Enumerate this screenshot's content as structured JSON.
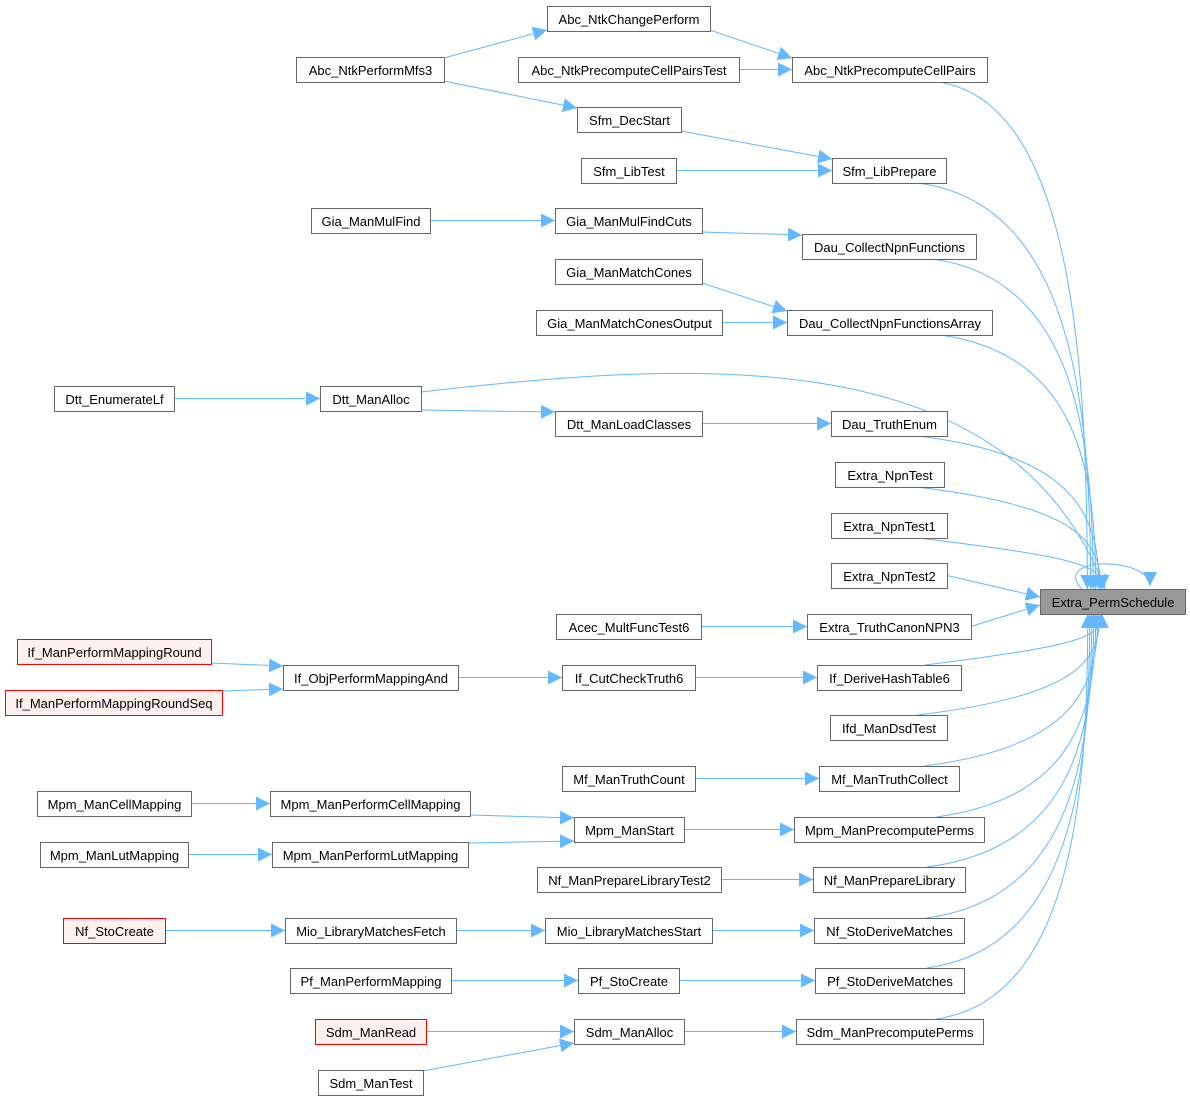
{
  "graph": {
    "type": "caller-graph",
    "colors": {
      "edge": "#63b8ff",
      "root_fill": "#999999",
      "node_border": "#666666",
      "truncated_border": "#ff0000",
      "truncated_fill": "#fff0f0"
    },
    "nodes": [
      {
        "label": "Extra_PermSchedule",
        "kind": "root"
      },
      {
        "label": "Abc_NtkPrecomputeCellPairs",
        "kind": "normal"
      },
      {
        "label": "Sfm_LibPrepare",
        "kind": "normal"
      },
      {
        "label": "Dau_CollectNpnFunctions",
        "kind": "normal"
      },
      {
        "label": "Dau_CollectNpnFunctionsArray",
        "kind": "normal"
      },
      {
        "label": "Dau_TruthEnum",
        "kind": "normal"
      },
      {
        "label": "Extra_NpnTest",
        "kind": "normal"
      },
      {
        "label": "Extra_NpnTest1",
        "kind": "normal"
      },
      {
        "label": "Extra_NpnTest2",
        "kind": "normal"
      },
      {
        "label": "Extra_TruthCanonNPN3",
        "kind": "normal"
      },
      {
        "label": "If_DeriveHashTable6",
        "kind": "normal"
      },
      {
        "label": "Ifd_ManDsdTest",
        "kind": "normal"
      },
      {
        "label": "Mf_ManTruthCollect",
        "kind": "normal"
      },
      {
        "label": "Mpm_ManPrecomputePerms",
        "kind": "normal"
      },
      {
        "label": "Nf_ManPrepareLibrary",
        "kind": "normal"
      },
      {
        "label": "Nf_StoDeriveMatches",
        "kind": "normal"
      },
      {
        "label": "Pf_StoDeriveMatches",
        "kind": "normal"
      },
      {
        "label": "Sdm_ManPrecomputePerms",
        "kind": "normal"
      },
      {
        "label": "Abc_NtkChangePerform",
        "kind": "normal"
      },
      {
        "label": "Abc_NtkPrecomputeCellPairsTest",
        "kind": "normal"
      },
      {
        "label": "Sfm_DecStart",
        "kind": "normal"
      },
      {
        "label": "Sfm_LibTest",
        "kind": "normal"
      },
      {
        "label": "Gia_ManMulFindCuts",
        "kind": "normal"
      },
      {
        "label": "Gia_ManMatchCones",
        "kind": "normal"
      },
      {
        "label": "Gia_ManMatchConesOutput",
        "kind": "normal"
      },
      {
        "label": "Dtt_ManLoadClasses",
        "kind": "normal"
      },
      {
        "label": "Acec_MultFuncTest6",
        "kind": "normal"
      },
      {
        "label": "If_CutCheckTruth6",
        "kind": "normal"
      },
      {
        "label": "Mf_ManTruthCount",
        "kind": "normal"
      },
      {
        "label": "Mpm_ManStart",
        "kind": "normal"
      },
      {
        "label": "Nf_ManPrepareLibraryTest2",
        "kind": "normal"
      },
      {
        "label": "Mio_LibraryMatchesStart",
        "kind": "normal"
      },
      {
        "label": "Pf_StoCreate",
        "kind": "normal"
      },
      {
        "label": "Sdm_ManAlloc",
        "kind": "normal"
      },
      {
        "label": "Abc_NtkPerformMfs3",
        "kind": "normal"
      },
      {
        "label": "Gia_ManMulFind",
        "kind": "normal"
      },
      {
        "label": "Dtt_ManAlloc",
        "kind": "normal"
      },
      {
        "label": "If_ObjPerformMappingAnd",
        "kind": "normal"
      },
      {
        "label": "Mpm_ManPerformCellMapping",
        "kind": "normal"
      },
      {
        "label": "Mpm_ManPerformLutMapping",
        "kind": "normal"
      },
      {
        "label": "Mio_LibraryMatchesFetch",
        "kind": "normal"
      },
      {
        "label": "Pf_ManPerformMapping",
        "kind": "normal"
      },
      {
        "label": "Sdm_ManRead",
        "kind": "truncated"
      },
      {
        "label": "Sdm_ManTest",
        "kind": "normal"
      },
      {
        "label": "Dtt_EnumerateLf",
        "kind": "normal"
      },
      {
        "label": "If_ManPerformMappingRound",
        "kind": "truncated"
      },
      {
        "label": "If_ManPerformMappingRoundSeq",
        "kind": "truncated"
      },
      {
        "label": "Mpm_ManCellMapping",
        "kind": "normal"
      },
      {
        "label": "Mpm_ManLutMapping",
        "kind": "normal"
      },
      {
        "label": "Nf_StoCreate",
        "kind": "truncated"
      }
    ],
    "edges": [
      [
        1,
        0
      ],
      [
        2,
        0
      ],
      [
        3,
        0
      ],
      [
        4,
        0
      ],
      [
        5,
        0
      ],
      [
        6,
        0
      ],
      [
        7,
        0
      ],
      [
        8,
        0
      ],
      [
        9,
        0
      ],
      [
        10,
        0
      ],
      [
        11,
        0
      ],
      [
        12,
        0
      ],
      [
        13,
        0
      ],
      [
        14,
        0
      ],
      [
        15,
        0
      ],
      [
        16,
        0
      ],
      [
        17,
        0
      ],
      [
        36,
        0
      ],
      [
        0,
        0
      ],
      [
        34,
        18
      ],
      [
        34,
        20
      ],
      [
        18,
        1
      ],
      [
        19,
        1
      ],
      [
        20,
        2
      ],
      [
        21,
        2
      ],
      [
        35,
        22
      ],
      [
        22,
        3
      ],
      [
        23,
        4
      ],
      [
        24,
        4
      ],
      [
        44,
        36
      ],
      [
        36,
        25
      ],
      [
        25,
        5
      ],
      [
        26,
        9
      ],
      [
        45,
        37
      ],
      [
        46,
        37
      ],
      [
        37,
        27
      ],
      [
        27,
        10
      ],
      [
        28,
        12
      ],
      [
        47,
        38
      ],
      [
        48,
        39
      ],
      [
        38,
        29
      ],
      [
        39,
        29
      ],
      [
        29,
        13
      ],
      [
        30,
        14
      ],
      [
        49,
        40
      ],
      [
        40,
        31
      ],
      [
        31,
        15
      ],
      [
        41,
        32
      ],
      [
        32,
        16
      ],
      [
        42,
        33
      ],
      [
        43,
        33
      ],
      [
        33,
        17
      ]
    ]
  }
}
